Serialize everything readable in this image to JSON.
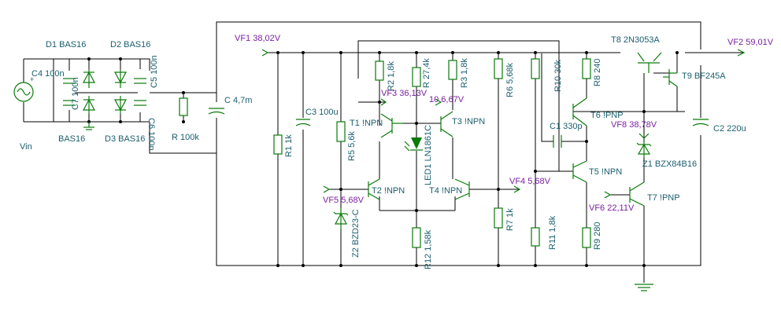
{
  "labels": {
    "d1": "D1 BAS16",
    "d2": "D2 BAS16",
    "d3": "D3 BAS16",
    "d4": "BAS16",
    "c4": "C4 100n",
    "c5": "C5 100n",
    "c6": "C6 100n",
    "c7": "C7 100n",
    "vin": "Vin",
    "r100k": "R 100k",
    "c47m": "C 4,7m",
    "c3": "C3 100u",
    "r1": "R1 1k",
    "r5": "R5 5,6k",
    "z2": "Z2 BZD23-C",
    "t1": "T1 !NPN",
    "t2": "T2 !NPN",
    "r2": "R2 1,8k",
    "r274": "R 27,4k",
    "r3": "R3 1,8k",
    "t3": "T3 !NPN",
    "t4": "T4 !NPN",
    "led": "LED1 LN1861C",
    "r12": "R12 1,58k",
    "r6": "R6 5,68k",
    "r7": "R7 1k",
    "r10": "R10 30k",
    "r11": "R11 1,8k",
    "c1": "C1 330p",
    "t6": "T6 !PNP",
    "t5": "T5 !NPN",
    "r8": "R8 240",
    "r9": "R9 280",
    "t8": "T8 2N3053A",
    "t9": "T9 BF245A",
    "t7": "T7 !PNP",
    "z1": "Z1 BZX84B16",
    "c2": "C2 220u"
  },
  "probes": {
    "vf1": "VF1 38,02V",
    "vf2": "VF2 59,01V",
    "vf3": "VF3 36,13V",
    "vf10": "10 6,67V",
    "vf4": "VF4 5,68V",
    "vf5": "VF5 5,68V",
    "vf6": "VF6 22,11V",
    "vf8": "VF8 38,78V"
  },
  "colors": {
    "wire": "#000000",
    "component": "#0a7a0a",
    "label": "#1a5e6e",
    "probe": "#7a1fa0"
  }
}
